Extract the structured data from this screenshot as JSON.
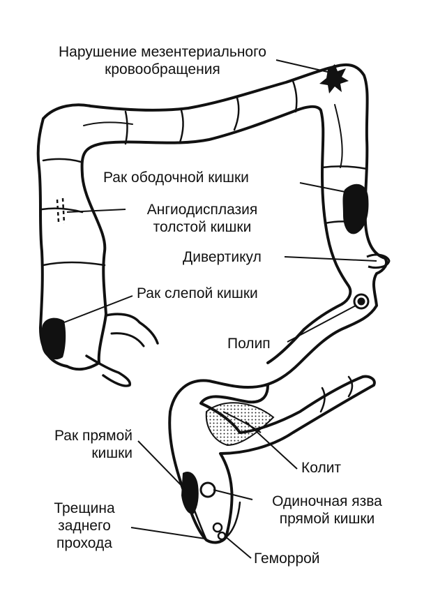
{
  "labels": {
    "mesenteric_1": "Нарушение мезентериального",
    "mesenteric_2": "кровообращения",
    "colon_cancer": "Рак ободочной кишки",
    "angio_1": "Ангиодисплазия",
    "angio_2": "толстой кишки",
    "diverticulum": "Дивертикул",
    "cecum_cancer": "Рак слепой кишки",
    "polyp": "Полип",
    "rectal_cancer_1": "Рак прямой",
    "rectal_cancer_2": "кишки",
    "colitis": "Колит",
    "ulcer_1": "Одиночная язва",
    "ulcer_2": "прямой кишки",
    "fissure_1": "Трещина",
    "fissure_2": "заднего",
    "fissure_3": "прохода",
    "hemorrhoid": "Геморрой"
  },
  "colors": {
    "line": "#111111",
    "lesion": "#111111",
    "background": "#ffffff"
  }
}
